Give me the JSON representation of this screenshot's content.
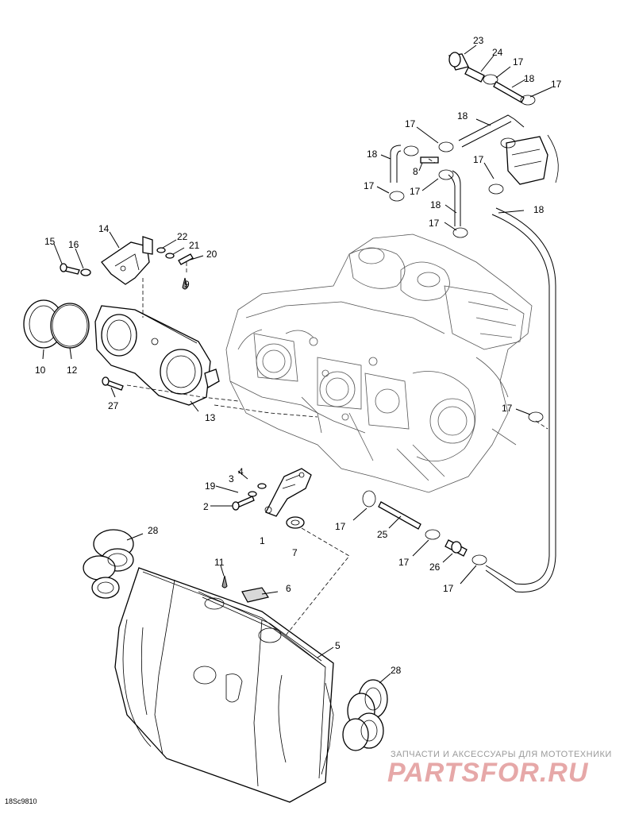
{
  "drawing_code": "18Sc9810",
  "watermark": {
    "tagline": "ЗАПЧАСТИ И АКСЕССУАРЫ ДЛЯ МОТОТЕХНИКИ",
    "logo": "PARTSFOR.RU"
  },
  "callouts": {
    "c1": "1",
    "c2": "2",
    "c3": "3",
    "c4": "4",
    "c5": "5",
    "c6": "6",
    "c7": "7",
    "c8": "8",
    "c9": "9",
    "c10": "10",
    "c11": "11",
    "c12": "12",
    "c13": "13",
    "c14": "14",
    "c15": "15",
    "c16": "16",
    "c17": "17",
    "c18": "18",
    "c19": "19",
    "c20": "20",
    "c21": "21",
    "c22": "22",
    "c23": "23",
    "c24": "24",
    "c25": "25",
    "c26": "26",
    "c27": "27",
    "c28": "28"
  },
  "colors": {
    "lineart": "#000000",
    "watermark_logo": "#e6a8a8",
    "watermark_text": "#9a9a9a"
  }
}
